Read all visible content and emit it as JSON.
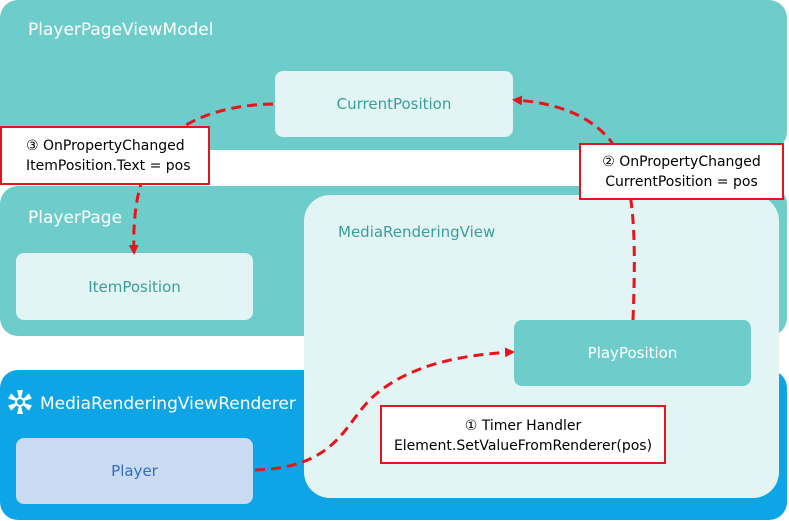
{
  "colors": {
    "viewmodel_bg": "#6ecdca",
    "page_bg": "#6ecdca",
    "renderer_bg": "#0ea5e6",
    "inner_light": "#e3f4f4",
    "play_position_bg": "#6ecdca",
    "player_bg": "#c9daf1",
    "arrow": "#e8141c",
    "teal_text": "#3a9e9a",
    "blue_text": "#2f6fbf"
  },
  "panels": {
    "viewmodel_title": "PlayerPageViewModel",
    "page_title": "PlayerPage",
    "renderer_title": "MediaRenderingViewRenderer",
    "renderer_icon": "xamarin-logo-icon",
    "media_view_title": "MediaRenderingView"
  },
  "boxes": {
    "current_position": "CurrentPosition",
    "item_position": "ItemPosition",
    "play_position": "PlayPosition",
    "player": "Player"
  },
  "notes": {
    "step1": {
      "line1": "① Timer Handler",
      "line2": "Element.SetValueFromRenderer(pos)"
    },
    "step2": {
      "line1": "② OnPropertyChanged",
      "line2": "CurrentPosition = pos"
    },
    "step3": {
      "line1": "③ OnPropertyChanged",
      "line2": "ItemPosition.Text = pos"
    }
  }
}
